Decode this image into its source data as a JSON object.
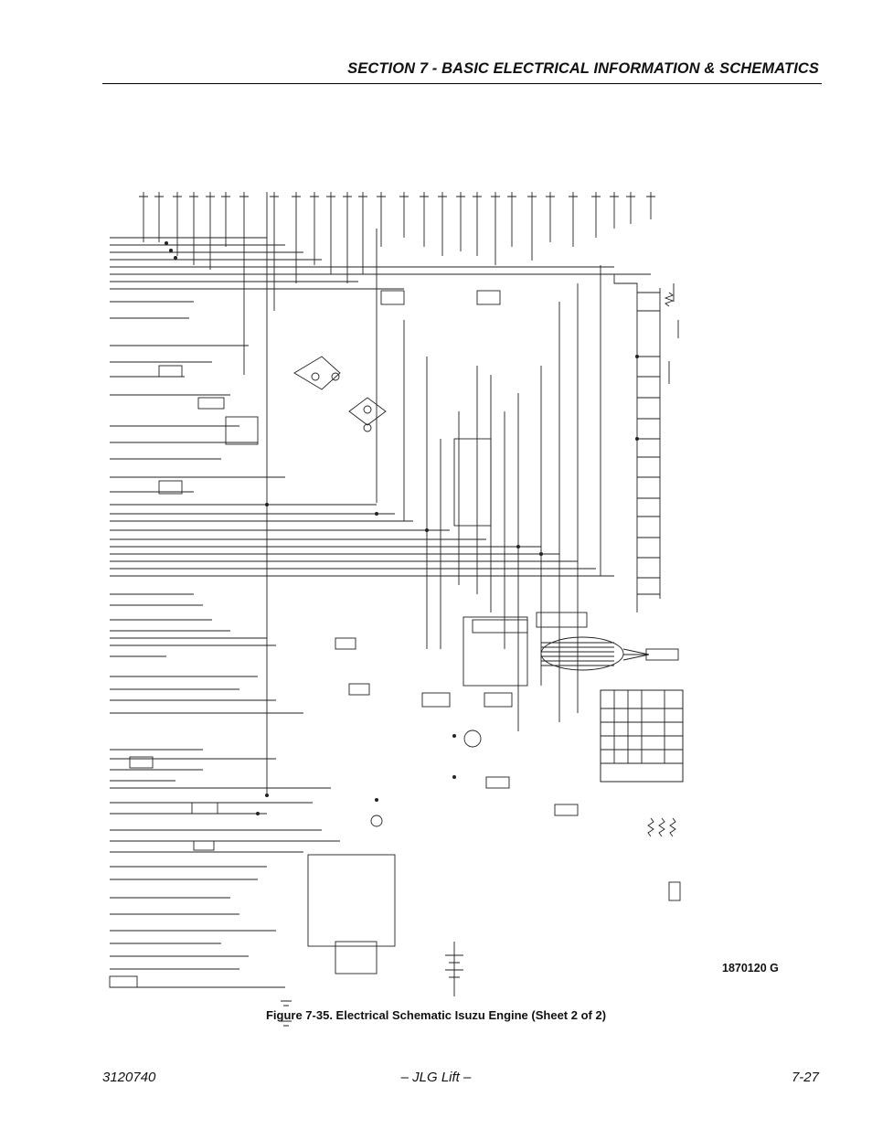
{
  "header": {
    "section_title": "SECTION 7 - BASIC ELECTRICAL INFORMATION & SCHEMATICS"
  },
  "figure": {
    "drawing_number": "1870120 G",
    "caption": "Figure 7-35.  Electrical Schematic Isuzu Engine (Sheet 2 of 2)",
    "schematic_image": "electrical-schematic-drawing"
  },
  "footer": {
    "document_number": "3120740",
    "publication": "– JLG Lift –",
    "page_number": "7-27"
  }
}
